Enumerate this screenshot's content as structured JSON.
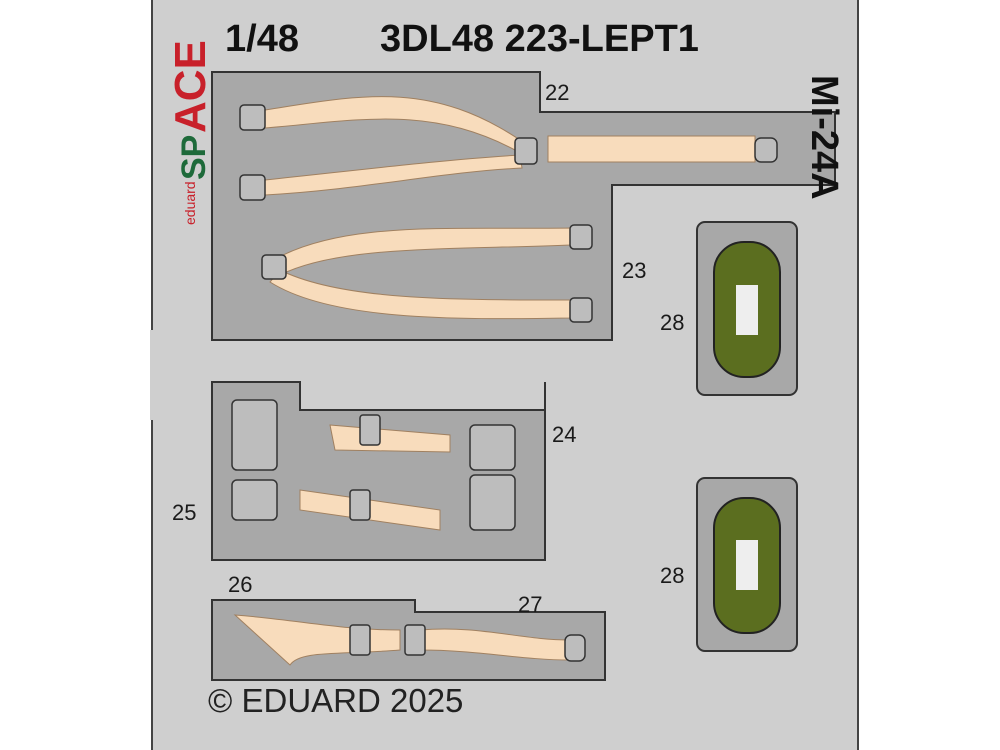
{
  "header": {
    "scale": "1/48",
    "code": "3DL48 223-LEPT1"
  },
  "aircraft": "Mi-24A",
  "logo": {
    "brand": "eduard",
    "line": "SPACE"
  },
  "parts": [
    "22",
    "23",
    "24",
    "25",
    "26",
    "27",
    "28",
    "28"
  ],
  "copyright": "© EDUARD 2025",
  "colors": {
    "fret": "#cfcfcf",
    "panel": "#a8a8a8",
    "strap": "#f8dcbc",
    "pad": "#5b6e1f",
    "logo_red": "#c8202a",
    "logo_green": "#1e6a3a"
  }
}
